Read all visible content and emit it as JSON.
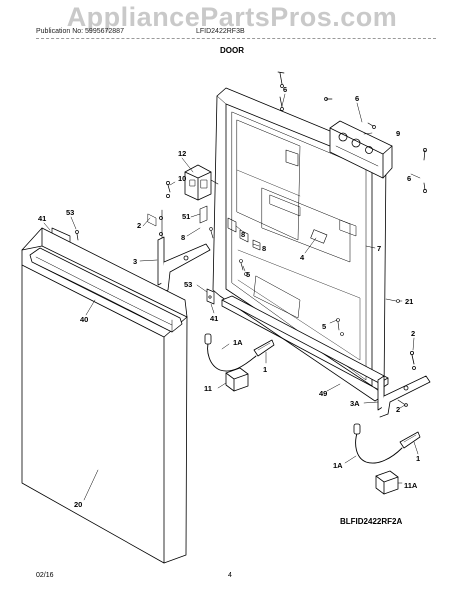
{
  "watermark": "AppliancePartsPros.com",
  "header": {
    "publication": "Publication No: 5995672887",
    "model": "LFID2422RF3B"
  },
  "section_title": "DOOR",
  "diagram_code": "BLFID2422RF2A",
  "footer": {
    "date": "02/16",
    "page": "4"
  },
  "callouts": [
    {
      "id": "c-6a",
      "text": "6"
    },
    {
      "id": "c-6b",
      "text": "6"
    },
    {
      "id": "c-9",
      "text": "9"
    },
    {
      "id": "c-6c",
      "text": "6"
    },
    {
      "id": "c-12",
      "text": "12"
    },
    {
      "id": "c-10",
      "text": "10"
    },
    {
      "id": "c-53a",
      "text": "53"
    },
    {
      "id": "c-41a",
      "text": "41"
    },
    {
      "id": "c-2a",
      "text": "2"
    },
    {
      "id": "c-51",
      "text": "51"
    },
    {
      "id": "c-8a",
      "text": "8"
    },
    {
      "id": "c-8b",
      "text": "8"
    },
    {
      "id": "c-8c",
      "text": "8"
    },
    {
      "id": "c-4",
      "text": "4"
    },
    {
      "id": "c-7",
      "text": "7"
    },
    {
      "id": "c-3",
      "text": "3"
    },
    {
      "id": "c-5a",
      "text": "5"
    },
    {
      "id": "c-53b",
      "text": "53"
    },
    {
      "id": "c-21",
      "text": "21"
    },
    {
      "id": "c-40",
      "text": "40"
    },
    {
      "id": "c-41b",
      "text": "41"
    },
    {
      "id": "c-5b",
      "text": "5"
    },
    {
      "id": "c-2b",
      "text": "2"
    },
    {
      "id": "c-1a",
      "text": "1A"
    },
    {
      "id": "c-1",
      "text": "1"
    },
    {
      "id": "c-11",
      "text": "11"
    },
    {
      "id": "c-49",
      "text": "49"
    },
    {
      "id": "c-3a",
      "text": "3A"
    },
    {
      "id": "c-2c",
      "text": "2"
    },
    {
      "id": "c-1a-b",
      "text": "1A"
    },
    {
      "id": "c-1b",
      "text": "1"
    },
    {
      "id": "c-11a",
      "text": "11A"
    },
    {
      "id": "c-20",
      "text": "20"
    }
  ]
}
